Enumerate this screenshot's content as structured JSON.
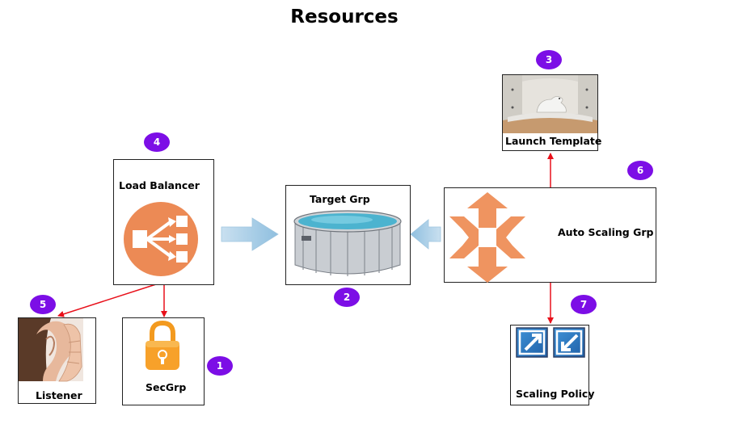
{
  "title": "Resources",
  "nodes": {
    "load_balancer": {
      "label": "Load Balancer",
      "badge": "4"
    },
    "target_group": {
      "label": "Target Grp",
      "badge": "2"
    },
    "auto_scaling_group": {
      "label": "Auto Scaling Grp",
      "badge": "6"
    },
    "launch_template": {
      "label": "Launch Template",
      "badge": "3"
    },
    "listener": {
      "label": "Listener",
      "badge": "5"
    },
    "security_group": {
      "label": "SecGrp",
      "badge": "1"
    },
    "scaling_policy": {
      "label": "Scaling Policy",
      "badge": "7"
    }
  },
  "colors": {
    "badge": "#7c0ee6",
    "connector": "#e8101a",
    "block_arrow": "#a9cde6",
    "lb_icon": "#ec8a55",
    "asg_icon": "#ef9460",
    "lock": "#f7a12a"
  },
  "icons": {
    "load_balancer": "load-balancer-icon",
    "target_group": "pool-icon",
    "auto_scaling_group": "scale-arrows-icon",
    "launch_template": "mold-photo-icon",
    "listener": "ear-photo-icon",
    "security_group": "padlock-icon",
    "scaling_policy": "resize-arrows-icon"
  }
}
